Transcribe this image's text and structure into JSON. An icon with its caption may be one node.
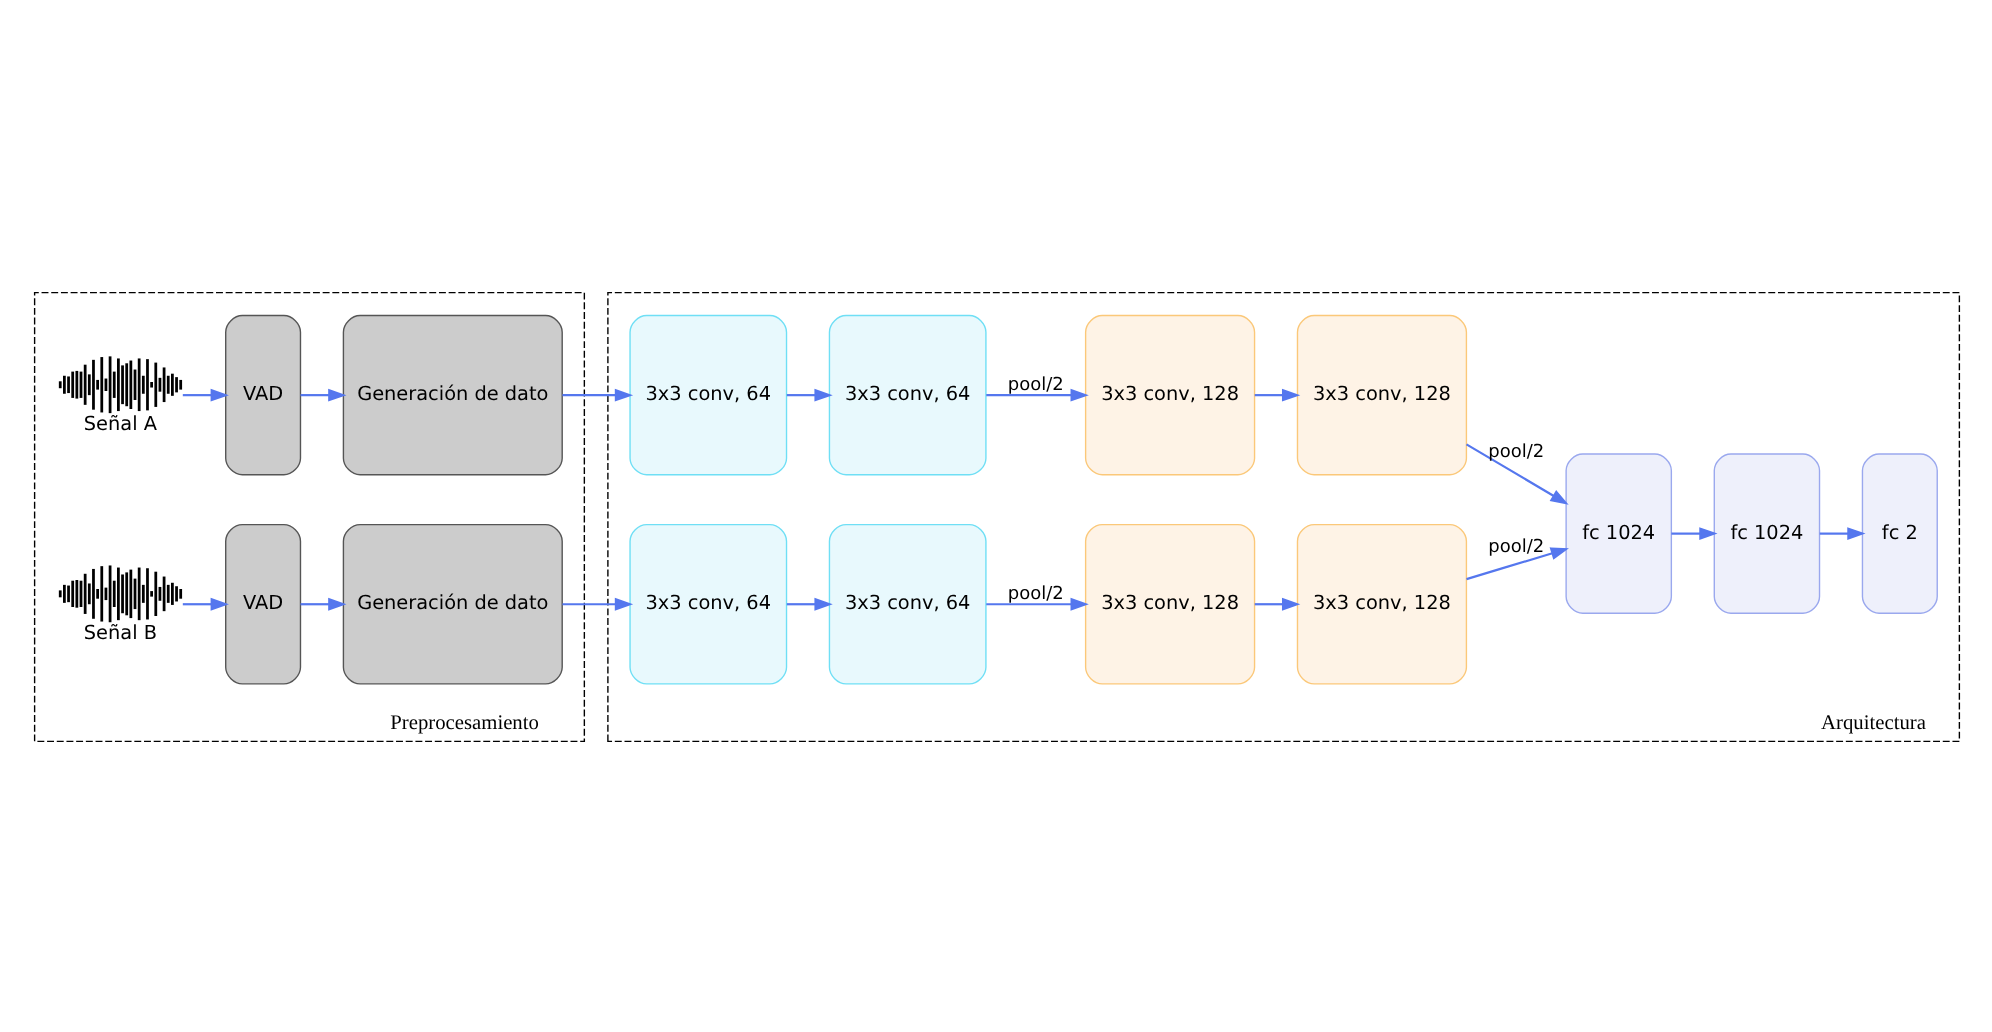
{
  "diagram": {
    "nodes": [
      {
        "text": [
          "Preprocesamiento"
        ]
      },
      {
        "text": [],
        "shape": "picture",
        "beside": [
          "Señal A"
        ],
        "in": 0
      },
      {
        "text": [
          "VAD"
        ],
        "in": 0
      },
      {
        "text": [
          "Generación de dato"
        ],
        "in": 0
      },
      {
        "text": [],
        "shape": "picture",
        "beside": [
          "Señal B"
        ],
        "in": 0
      },
      {
        "text": [
          "VAD"
        ],
        "in": 0
      },
      {
        "text": [
          "Generación de dato"
        ],
        "in": 0
      },
      {
        "text": [
          "Arquitectura"
        ]
      },
      {
        "text": [
          "3x3 conv, 64"
        ],
        "in": 7
      },
      {
        "text": [
          "3x3 conv, 64"
        ],
        "in": 7
      },
      {
        "text": [
          "3x3 conv, 128"
        ],
        "in": 7
      },
      {
        "text": [
          "3x3 conv, 128"
        ],
        "in": 7
      },
      {
        "text": [
          "3x3 conv, 64"
        ],
        "in": 7
      },
      {
        "text": [
          "3x3 conv, 64"
        ],
        "in": 7
      },
      {
        "text": [
          "3x3 conv, 128"
        ],
        "in": 7
      },
      {
        "text": [
          "3x3 conv, 128"
        ],
        "in": 7
      },
      {
        "text": [
          "fc 1024"
        ],
        "in": 7
      },
      {
        "text": [
          "fc 1024"
        ],
        "in": 7
      },
      {
        "text": [
          "fc 2"
        ],
        "in": 7
      }
    ],
    "edges": [
      {
        "from": 1,
        "to": 2,
        "arrow": "to"
      },
      {
        "from": 2,
        "to": 3,
        "arrow": "to"
      },
      {
        "from": 3,
        "to": 8,
        "arrow": "to"
      },
      {
        "from": 8,
        "to": 9,
        "arrow": "to"
      },
      {
        "from": 9,
        "to": 10,
        "arrow": "to",
        "label": "pool/2"
      },
      {
        "from": 10,
        "to": 11,
        "arrow": "to"
      },
      {
        "from": 11,
        "to": 16,
        "arrow": "to",
        "label": "pool/2"
      },
      {
        "from": 4,
        "to": 5,
        "arrow": "to"
      },
      {
        "from": 5,
        "to": 6,
        "arrow": "to"
      },
      {
        "from": 6,
        "to": 12,
        "arrow": "to"
      },
      {
        "from": 12,
        "to": 13,
        "arrow": "to"
      },
      {
        "from": 13,
        "to": 14,
        "arrow": "to",
        "label": "pool/2"
      },
      {
        "from": 14,
        "to": 15,
        "arrow": "to"
      },
      {
        "from": 15,
        "to": 16,
        "arrow": "to",
        "label": "pool/2"
      },
      {
        "from": 16,
        "to": 17,
        "arrow": "to"
      },
      {
        "from": 17,
        "to": 18,
        "arrow": "to"
      }
    ]
  }
}
